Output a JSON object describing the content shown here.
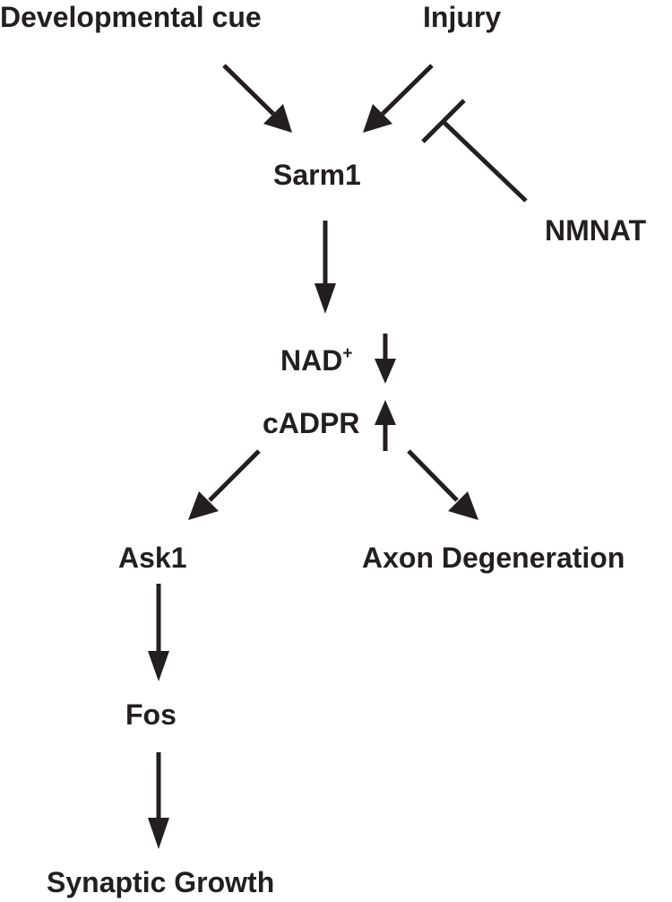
{
  "nodes": {
    "developmental_cue": "Developmental cue",
    "injury": "Injury",
    "sarm1": "Sarm1",
    "nmnat": "NMNAT",
    "nad": "NAD",
    "nad_superscript": "+",
    "cadpr": "cADPR",
    "ask1": "Ask1",
    "axon_degeneration": "Axon Degeneration",
    "fos": "Fos",
    "synaptic_growth": "Synaptic Growth"
  },
  "edges": [
    {
      "from": "Developmental cue",
      "to": "Sarm1",
      "type": "activation"
    },
    {
      "from": "Injury",
      "to": "Sarm1",
      "type": "activation"
    },
    {
      "from": "NMNAT",
      "to": "Injury → Sarm1",
      "type": "inhibition"
    },
    {
      "from": "Sarm1",
      "to": "NAD+ / cADPR",
      "type": "activation"
    },
    {
      "from": "cADPR",
      "to": "Ask1",
      "type": "activation"
    },
    {
      "from": "cADPR",
      "to": "Axon Degeneration",
      "type": "activation"
    },
    {
      "from": "Ask1",
      "to": "Fos",
      "type": "activation"
    },
    {
      "from": "Fos",
      "to": "Synaptic Growth",
      "type": "activation"
    }
  ],
  "level_indicators": {
    "nad": "decrease",
    "cadpr": "increase"
  },
  "colors": {
    "ink": "#231f20",
    "background": "#ffffff"
  }
}
